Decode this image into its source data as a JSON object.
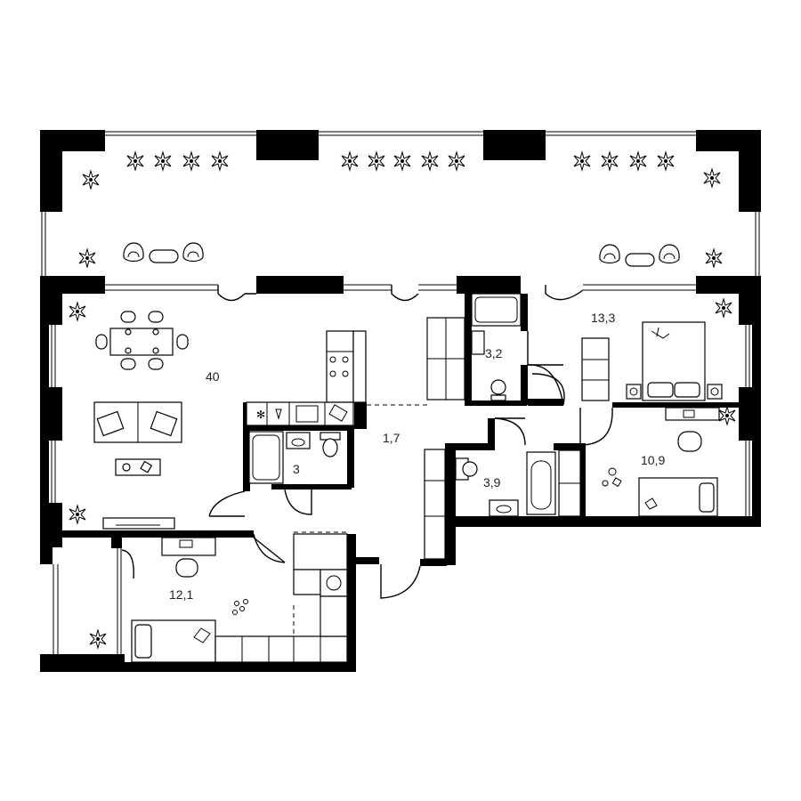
{
  "rooms": [
    {
      "id": "living",
      "area": "40"
    },
    {
      "id": "hall",
      "area": "1,7"
    },
    {
      "id": "bath-1",
      "area": "3"
    },
    {
      "id": "wc-1",
      "area": "3,2"
    },
    {
      "id": "bedroom-1",
      "area": "13,3"
    },
    {
      "id": "bath-2",
      "area": "3,9"
    },
    {
      "id": "bedroom-2",
      "area": "10,9"
    },
    {
      "id": "bedroom-3",
      "area": "12,1"
    }
  ],
  "icons": [
    "plant-icon",
    "armchair-icon",
    "table-icon",
    "bed-icon",
    "sofa-icon",
    "stove-icon",
    "sink-icon",
    "toilet-icon",
    "bathtub-icon",
    "washing-machine-icon",
    "fridge-icon",
    "desk-icon",
    "chair-icon",
    "toys-icon"
  ]
}
